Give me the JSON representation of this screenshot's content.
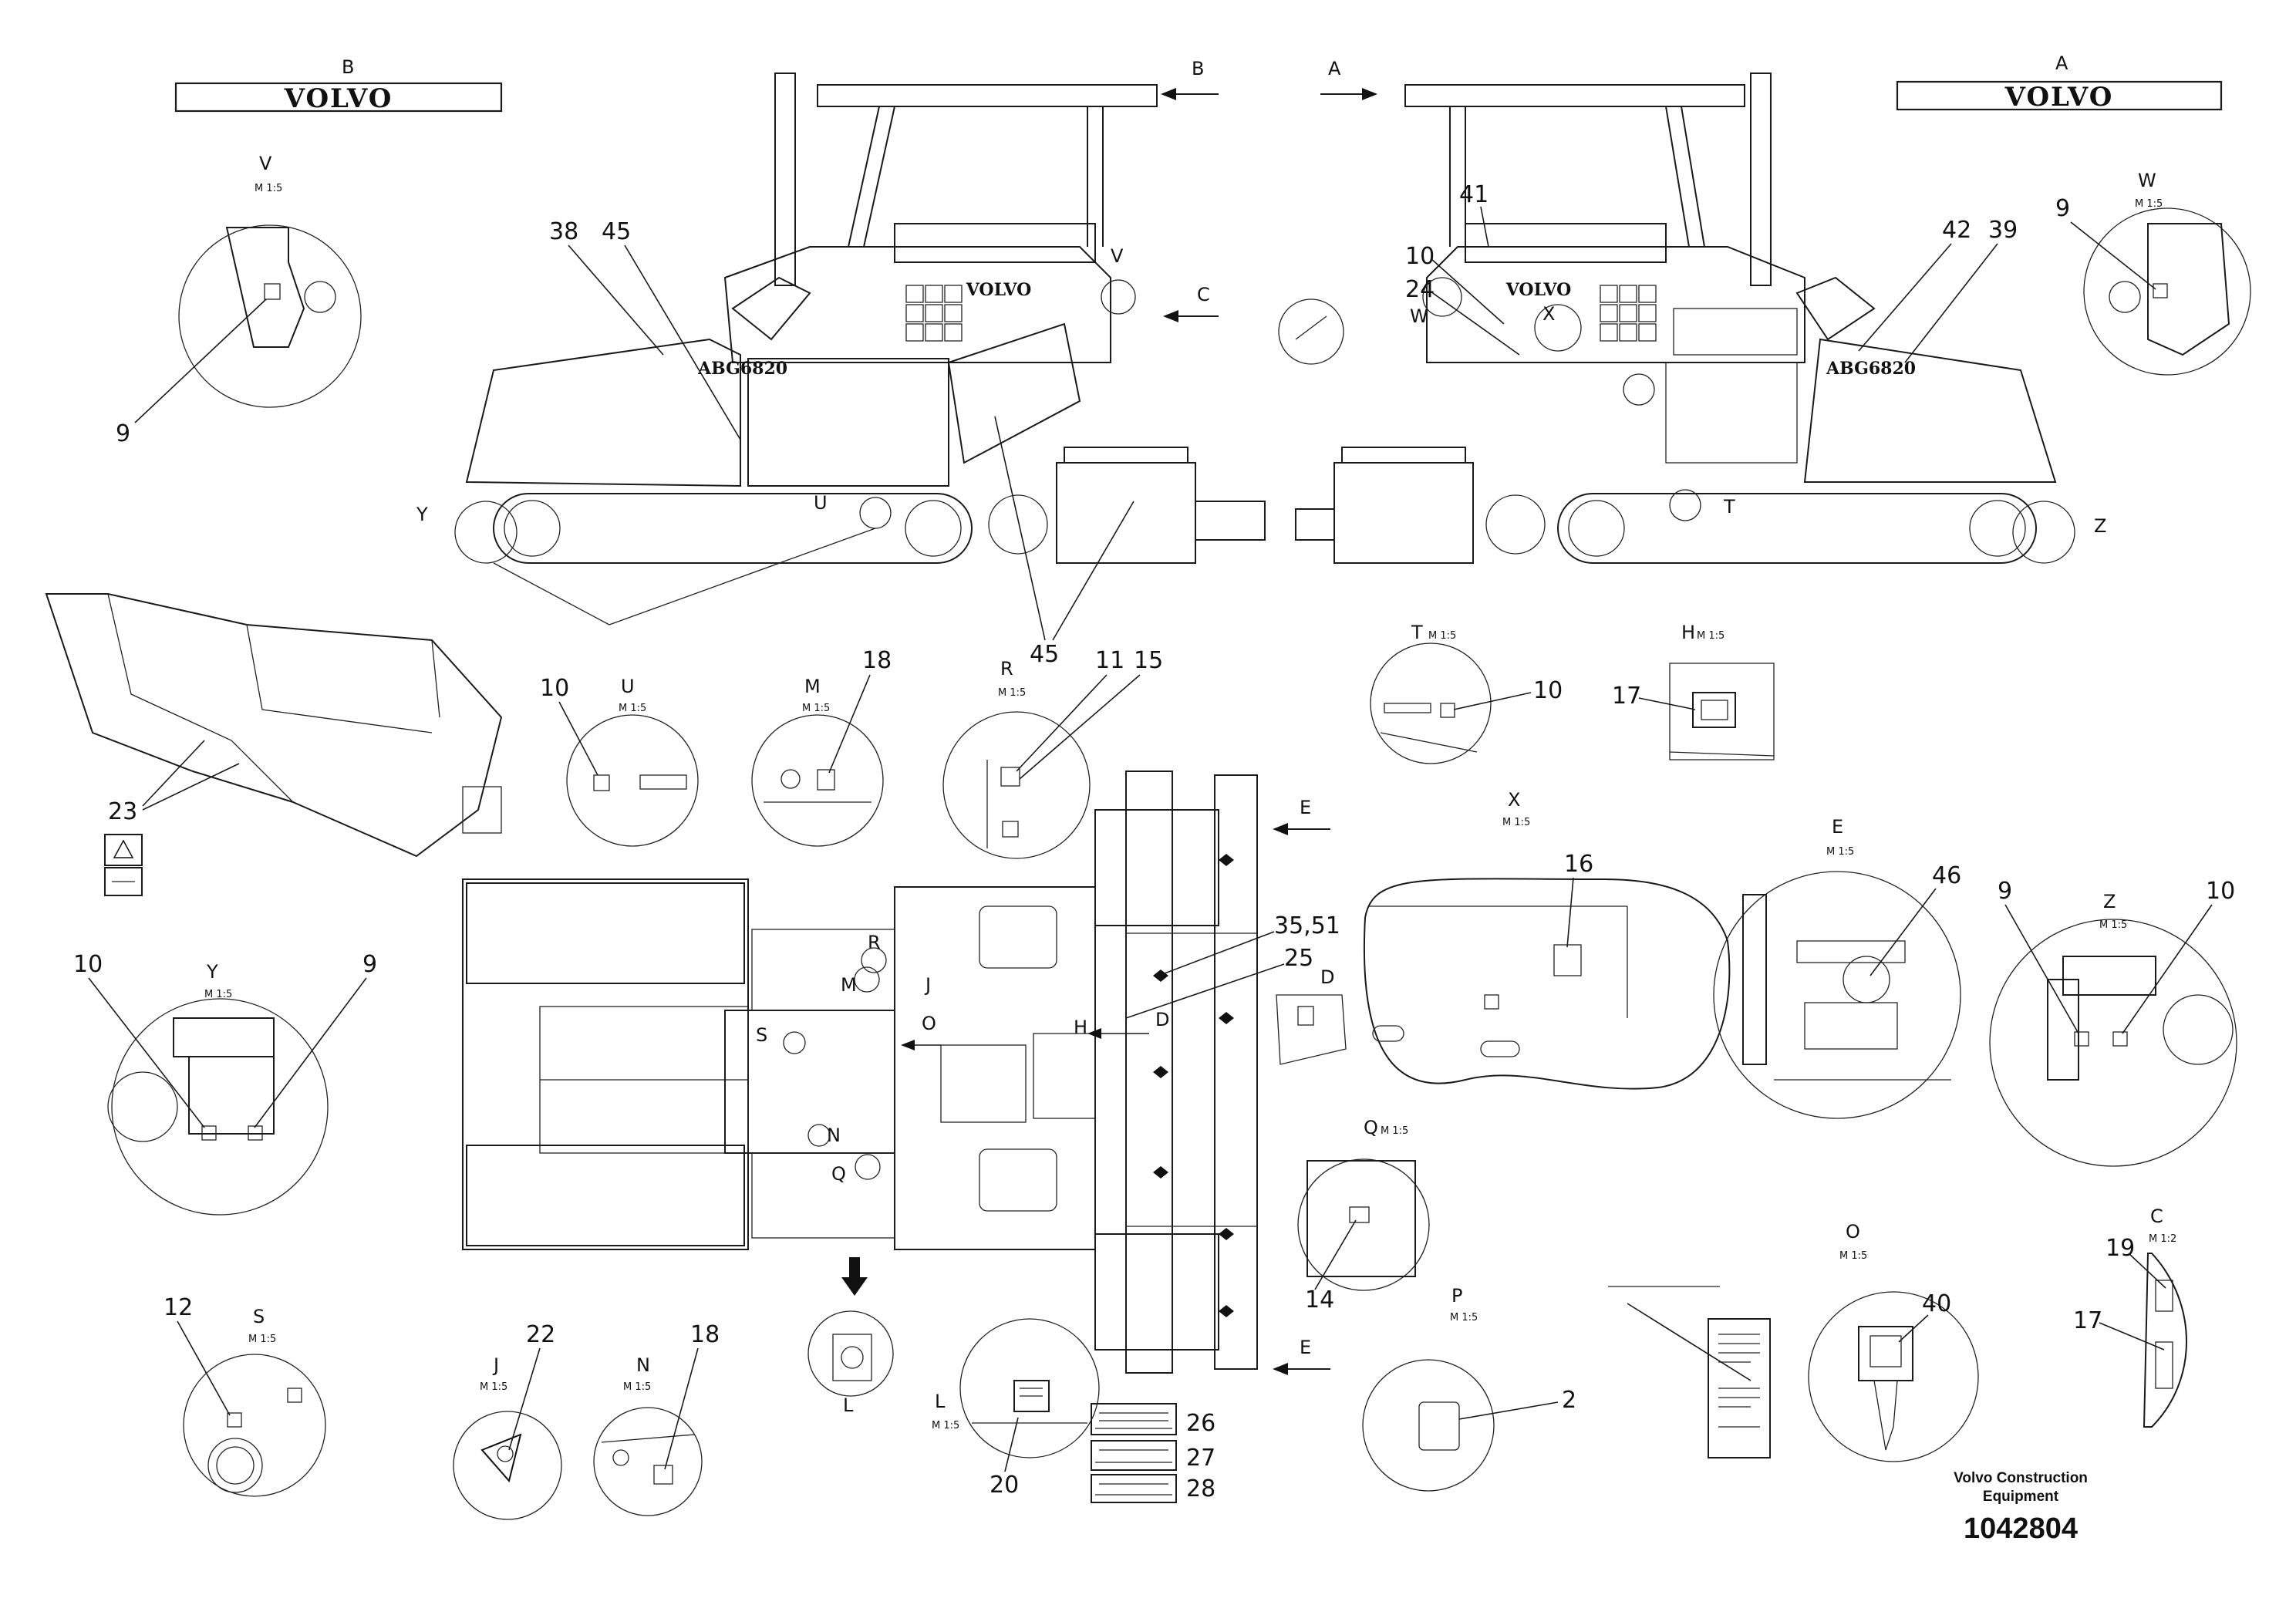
{
  "brand": {
    "logo_text": "VOLVO",
    "model_text": "ABG6820"
  },
  "footer": {
    "company_line1": "Volvo Construction",
    "company_line2": "Equipment",
    "doc_number": "1042804"
  },
  "section_letters": {
    "B_top": "B",
    "A_top": "A",
    "arrow_B": "B",
    "arrow_A": "A",
    "arrow_C": "C",
    "V": "V",
    "W": "W",
    "U": "U",
    "M": "M",
    "R": "R",
    "T": "T",
    "H": "H",
    "X": "X",
    "Y": "Y",
    "Z": "Z",
    "E": "E",
    "S": "S",
    "J": "J",
    "N": "N",
    "L": "L",
    "Q": "Q",
    "P": "P",
    "O": "O",
    "C": "C",
    "D": "D",
    "E_arrow1": "E",
    "E_arrow2": "E",
    "Y_side": "Y",
    "Z_side": "Z",
    "U_side": "U",
    "T_side": "T",
    "X_side": "X",
    "W_side": "W",
    "V_side": "V",
    "R_plan": "R",
    "M_plan": "M",
    "J_plan": "J",
    "O_plan": "O",
    "S_plan": "S",
    "N_plan": "N",
    "Q_plan": "Q",
    "H_plan": "H",
    "D_plan": "D",
    "L_plan": "L"
  },
  "scale_labels": {
    "V": "M 1:5",
    "W": "M 1:5",
    "U": "M 1:5",
    "M": "M 1:5",
    "R": "M 1:5",
    "T": "M 1:5",
    "H": "M 1:5",
    "X": "M 1:5",
    "Y": "M 1:5",
    "Z": "M 1:5",
    "E": "M 1:5",
    "S": "M 1:5",
    "J": "M 1:5",
    "N": "M 1:5",
    "L": "M 1:5",
    "Q": "M 1:5",
    "P": "M 1:5",
    "O": "M 1:5",
    "C": "M 1:2"
  },
  "callouts": {
    "c9_v": "9",
    "c38": "38",
    "c45_a": "45",
    "c45_b": "45",
    "c41": "41",
    "c10_side": "10",
    "c24": "24",
    "c42": "42",
    "c39": "39",
    "c9_w": "9",
    "c23": "23",
    "c10_u": "10",
    "c18_m": "18",
    "c11": "11",
    "c15": "15",
    "c10_t": "10",
    "c17_h": "17",
    "c16": "16",
    "c46": "46",
    "c9_z": "9",
    "c10_z": "10",
    "c10_y": "10",
    "c9_y": "9",
    "c3551": "35,51",
    "c25": "25",
    "c14": "14",
    "c12": "12",
    "c22": "22",
    "c18_n": "18",
    "c20": "20",
    "c26": "26",
    "c27": "27",
    "c28": "28",
    "c2": "2",
    "c40": "40",
    "c19": "19",
    "c17_c": "17"
  }
}
